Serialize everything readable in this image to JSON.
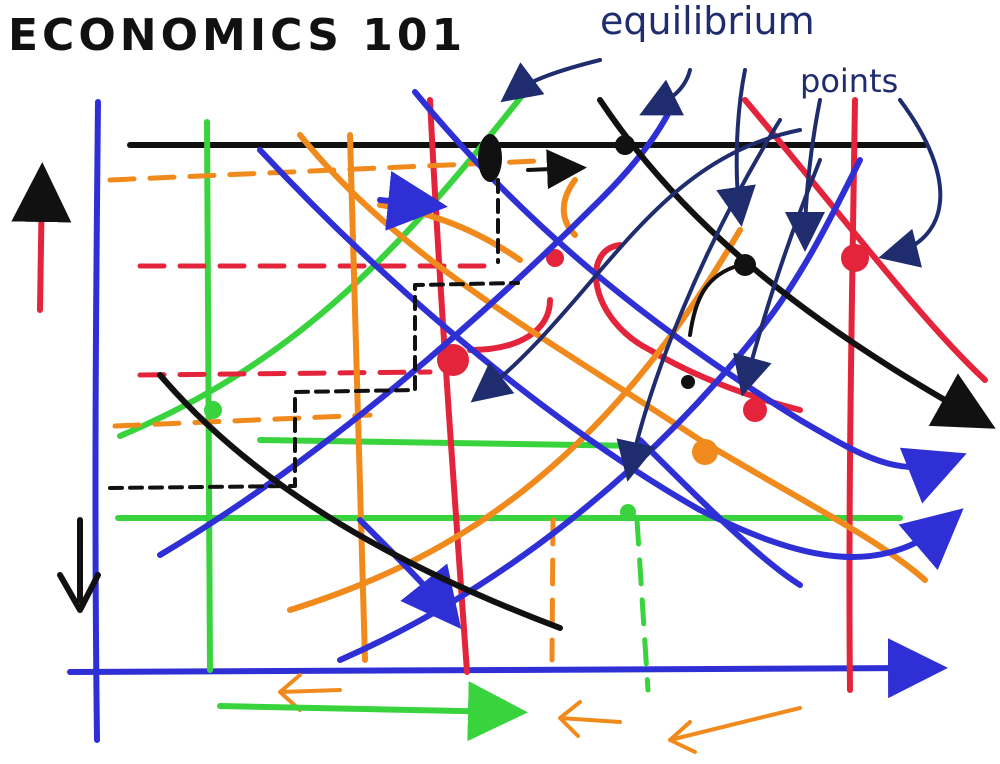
{
  "title": "ECONOMICS 101",
  "callout": {
    "line1": "equilibrium",
    "line2": "points"
  },
  "colors": {
    "ink": "#111111",
    "axis_blue": "#2f2fd6",
    "navy": "#1f2d6e",
    "red": "#e3243b",
    "orange": "#f08a1c",
    "green": "#39d33d",
    "background": "#ffffff"
  },
  "icons": [
    "up-arrow-icon",
    "down-arrow-icon",
    "right-arrow-icon",
    "left-arrow-icon"
  ]
}
